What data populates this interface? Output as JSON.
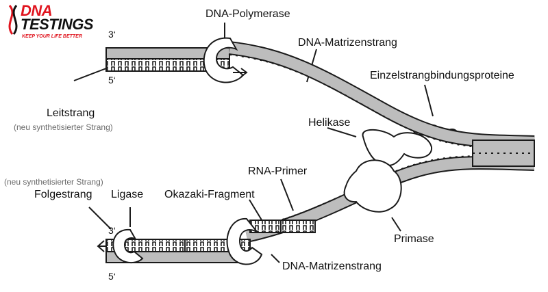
{
  "logo": {
    "line1": "DNA",
    "line2": "TESTINGS",
    "tagline": "KEEP YOUR LIFE BETTER",
    "colors": {
      "red": "#e0141e",
      "black": "#111111"
    }
  },
  "labels": {
    "dna_polymerase": "DNA-Polymerase",
    "template_strand_top": "DNA-Matrizenstrang",
    "ssb_proteins": "Einzelstrangbindungsproteine",
    "leading_strand": "Leitstrang",
    "leading_strand_note": "(neu synthetisierter Strang)",
    "helicase": "Helikase",
    "rna_primer": "RNA-Primer",
    "lagging_strand_note": "(neu synthetisierter Strang)",
    "lagging_strand": "Folgestrang",
    "ligase": "Ligase",
    "okazaki_fragment": "Okazaki-Fragment",
    "primase": "Primase",
    "template_strand_bottom": "DNA-Matrizenstrang",
    "top_3prime": "3‘",
    "top_5prime": "5‘",
    "bottom_3prime": "3‘",
    "bottom_5prime": "5‘"
  },
  "colors": {
    "strand_fill": "#bdbdbd",
    "strand_outline": "#1a1a1a",
    "enzyme_fill": "#ffffff"
  }
}
